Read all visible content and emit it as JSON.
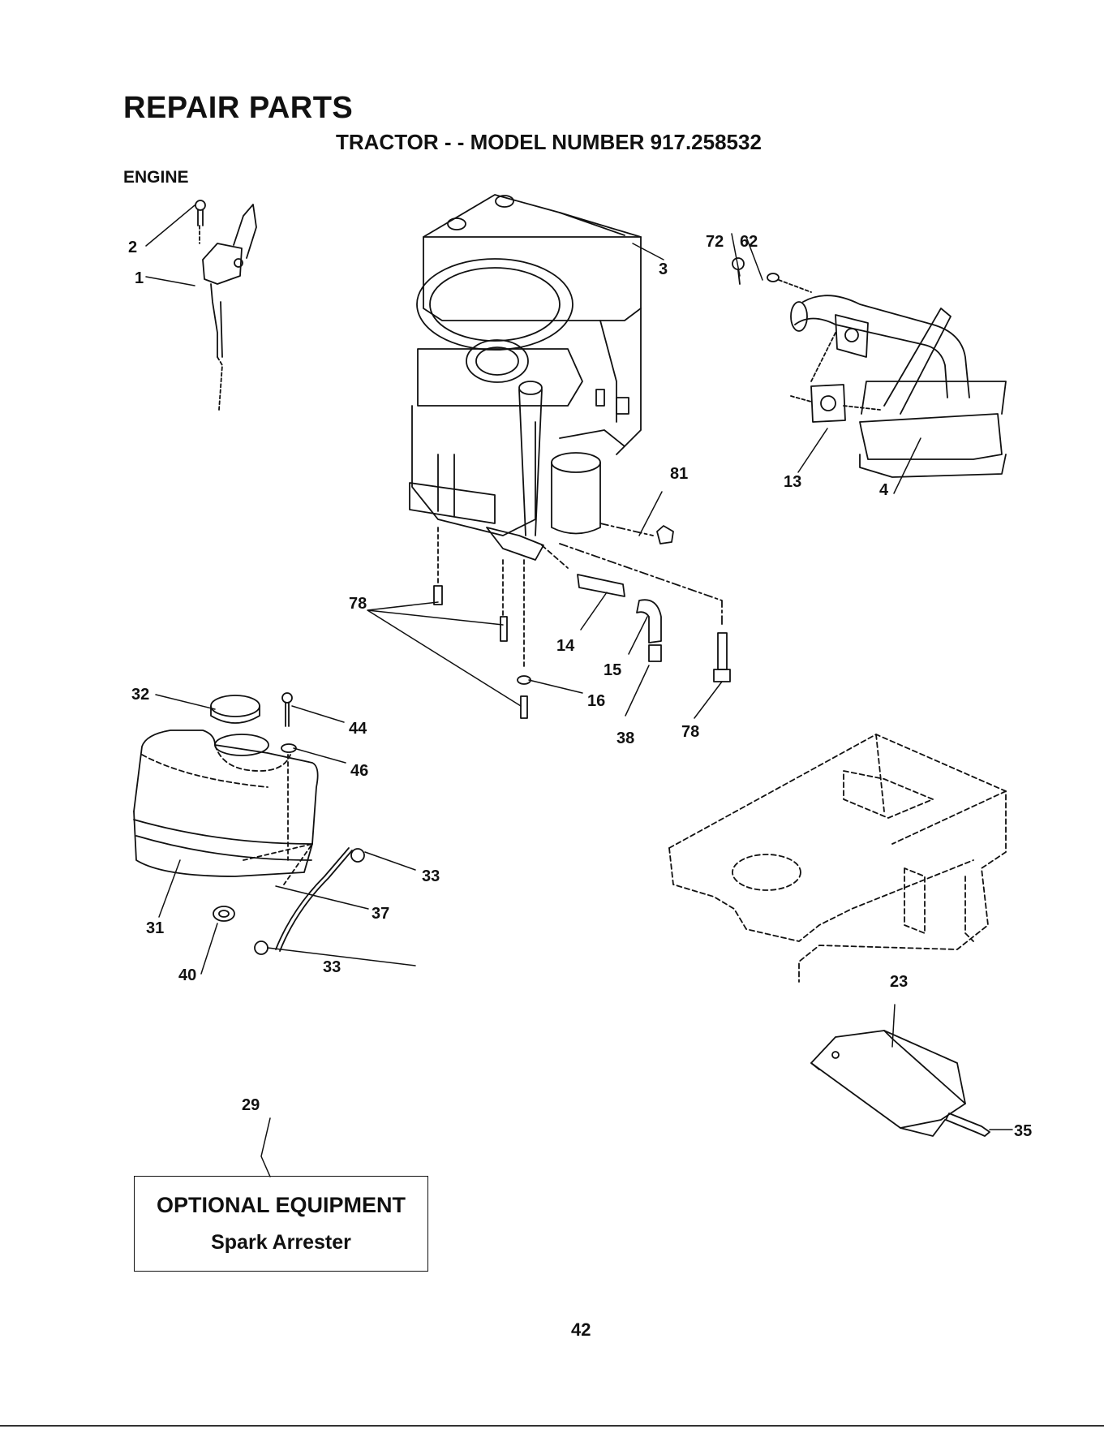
{
  "header": {
    "title": "REPAIR PARTS",
    "subtitle": "TRACTOR - - MODEL NUMBER 917.258532",
    "section": "ENGINE"
  },
  "callouts": [
    "1",
    "2",
    "3",
    "4",
    "13",
    "14",
    "15",
    "16",
    "23",
    "29",
    "31",
    "32",
    "33",
    "33",
    "35",
    "37",
    "38",
    "40",
    "44",
    "46",
    "62",
    "72",
    "78",
    "78",
    "81"
  ],
  "optional_box": {
    "title": "OPTIONAL EQUIPMENT",
    "subtitle": "Spark Arrester"
  },
  "page_number": "42"
}
